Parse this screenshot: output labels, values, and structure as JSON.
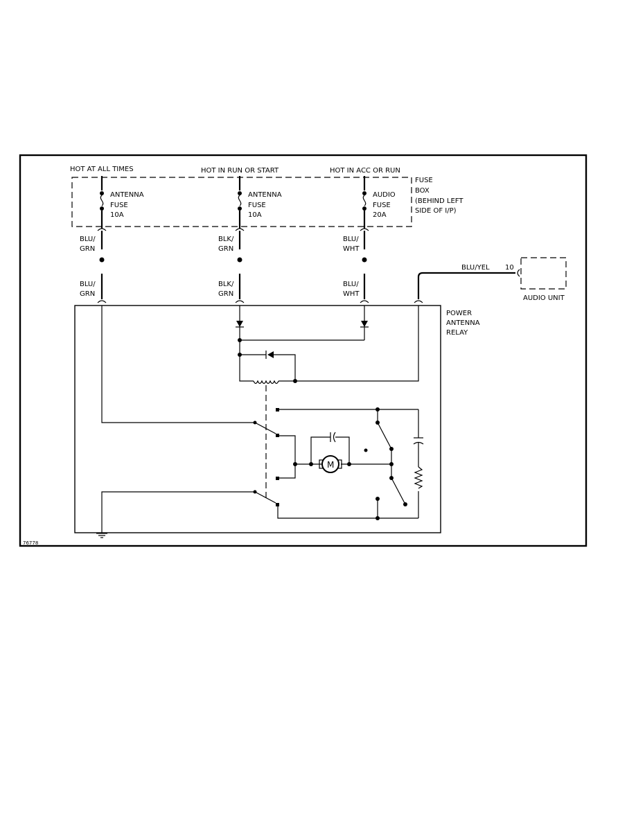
{
  "diagram_id": "76778",
  "sources": {
    "hot_at_all_times": "HOT AT ALL TIMES",
    "hot_in_run_or_start": "HOT IN RUN OR START",
    "hot_in_acc_or_run": "HOT IN ACC OR RUN"
  },
  "fuse_box": {
    "line1": "FUSE",
    "line2": "BOX",
    "line3": "(BEHIND LEFT",
    "line4": "SIDE OF I/P)"
  },
  "fuses": [
    {
      "name": "ANTENNA",
      "word": "FUSE",
      "rating": "10A"
    },
    {
      "name": "ANTENNA",
      "word": "FUSE",
      "rating": "10A"
    },
    {
      "name": "AUDIO",
      "word": "FUSE",
      "rating": "20A"
    }
  ],
  "wires": [
    {
      "top": [
        "BLU/",
        "GRN"
      ],
      "bottom": [
        "BLU/",
        "GRN"
      ]
    },
    {
      "top": [
        "BLK/",
        "GRN"
      ],
      "bottom": [
        "BLK/",
        "GRN"
      ]
    },
    {
      "top": [
        "BLU/",
        "WHT"
      ],
      "bottom": [
        "BLU/",
        "WHT"
      ]
    }
  ],
  "audio_wire": {
    "color": "BLU/YEL",
    "pin": "10"
  },
  "audio_unit": "AUDIO UNIT",
  "relay": {
    "line1": "POWER",
    "line2": "ANTENNA",
    "line3": "RELAY"
  },
  "motor_label": "M"
}
